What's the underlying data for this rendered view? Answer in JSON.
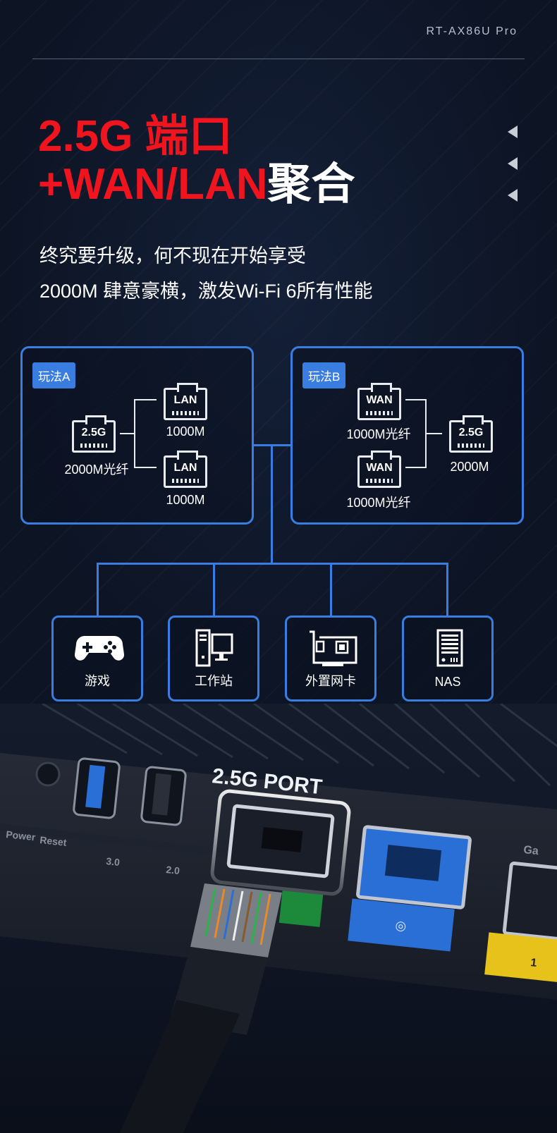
{
  "header": {
    "model": "RT-AX86U Pro"
  },
  "title": {
    "line1": "2.5G 端口",
    "line2_red": "+WAN/LAN",
    "line2_white": "聚合"
  },
  "subtitle": {
    "line1": "终究要升级，何不现在开始享受",
    "line2": "2000M 肆意豪横，激发Wi-Fi 6所有性能"
  },
  "panel_a": {
    "tag": "玩法A",
    "source": {
      "port": "2.5G",
      "caption": "2000M光纤"
    },
    "outputs": [
      {
        "port": "LAN",
        "caption": "1000M"
      },
      {
        "port": "LAN",
        "caption": "1000M"
      }
    ]
  },
  "panel_b": {
    "tag": "玩法B",
    "inputs": [
      {
        "port": "WAN",
        "caption": "1000M光纤"
      },
      {
        "port": "WAN",
        "caption": "1000M光纤"
      }
    ],
    "target": {
      "port": "2.5G",
      "caption": "2000M"
    }
  },
  "devices": [
    {
      "label": "游戏",
      "icon": "gamepad-icon"
    },
    {
      "label": "工作站",
      "icon": "workstation-icon"
    },
    {
      "label": "外置网卡",
      "icon": "network-card-icon"
    },
    {
      "label": "NAS",
      "icon": "nas-icon"
    }
  ],
  "photo": {
    "port_label": "2.5G PORT",
    "labels": [
      "Power",
      "Reset",
      "3.0",
      "2.0",
      "Ga",
      "1"
    ]
  },
  "colors": {
    "accent_red": "#f0141e",
    "panel_blue": "#3a7de0",
    "background": "#0d1424"
  }
}
